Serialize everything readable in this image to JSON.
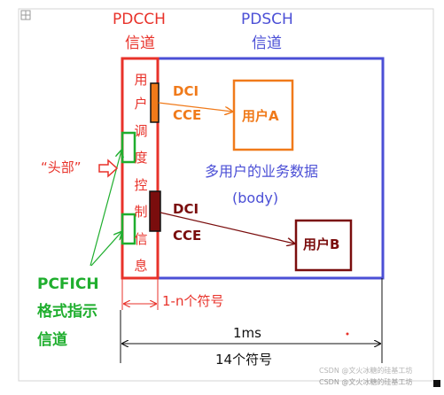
{
  "pdcch": {
    "line1": "PDCCH",
    "line2": "信道",
    "vertical_text": [
      "用",
      "户",
      "调",
      "度",
      "控",
      "制",
      "信",
      "息"
    ]
  },
  "pdsch": {
    "line1": "PDSCH",
    "line2": "信道",
    "center_line1": "多用户的业务数据",
    "center_line2": "(body)"
  },
  "dci_top": {
    "dci": "DCI",
    "cce": "CCE"
  },
  "dci_bottom": {
    "dci": "DCI",
    "cce": "CCE"
  },
  "user_a": "用户A",
  "user_b": "用户B",
  "header_label": "“头部”",
  "pcfich": {
    "line1": "PCFICH",
    "line2": "格式指示",
    "line3": "信道"
  },
  "dimensions": {
    "symbols_1n": "1-n个符号",
    "time": "1ms",
    "symbols_14": "14个符号"
  },
  "watermark": {
    "line1": "CSDN @文火冰糖的硅基工坊",
    "line2": "CSDN @文火冰糖的硅基工坊"
  },
  "colors": {
    "pdcch": "#e8322a",
    "pdsch": "#4b4fd6",
    "dci_top": "#f07a1a",
    "dci_bottom": "#7a0d0d",
    "pcfich": "#1fae2e"
  }
}
